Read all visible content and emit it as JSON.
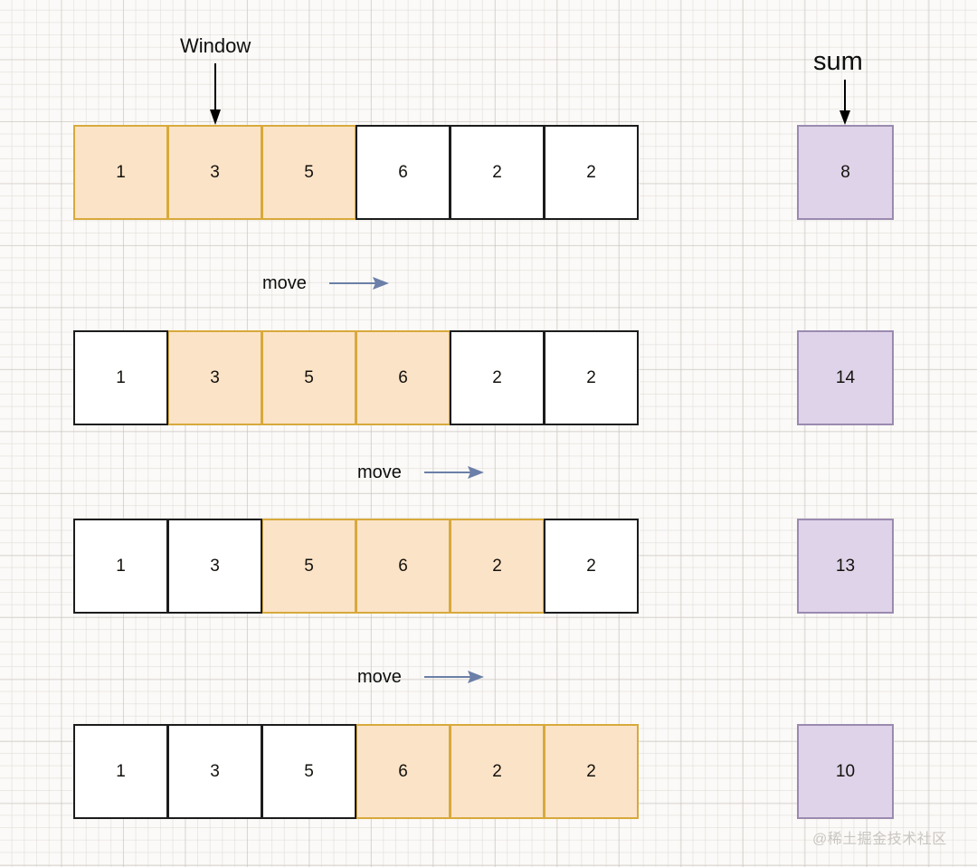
{
  "diagram": {
    "title_labels": {
      "window": "Window",
      "sum": "sum",
      "move": "move"
    },
    "colors": {
      "highlight_fill": "#fbe3c7",
      "highlight_border": "#d8a93c",
      "plain_fill": "#ffffff",
      "plain_border": "#1c1c1c",
      "sum_fill": "#ded3e8",
      "sum_border": "#9b8ab0",
      "move_arrow": "#6b7fa8",
      "pointer_arrow": "#000000",
      "background": "#fbfaf8"
    },
    "array": [
      1,
      3,
      5,
      6,
      2,
      2
    ],
    "window_size": 3,
    "rows": [
      {
        "index": 0,
        "cells": [
          {
            "value": "1",
            "highlighted": true
          },
          {
            "value": "3",
            "highlighted": true
          },
          {
            "value": "5",
            "highlighted": true
          },
          {
            "value": "6",
            "highlighted": false
          },
          {
            "value": "2",
            "highlighted": false
          },
          {
            "value": "2",
            "highlighted": false
          }
        ],
        "window_start": 0,
        "window_end": 2,
        "sum": "8"
      },
      {
        "index": 1,
        "cells": [
          {
            "value": "1",
            "highlighted": false
          },
          {
            "value": "3",
            "highlighted": true
          },
          {
            "value": "5",
            "highlighted": true
          },
          {
            "value": "6",
            "highlighted": true
          },
          {
            "value": "2",
            "highlighted": false
          },
          {
            "value": "2",
            "highlighted": false
          }
        ],
        "window_start": 1,
        "window_end": 3,
        "sum": "14"
      },
      {
        "index": 2,
        "cells": [
          {
            "value": "1",
            "highlighted": false
          },
          {
            "value": "3",
            "highlighted": false
          },
          {
            "value": "5",
            "highlighted": true
          },
          {
            "value": "6",
            "highlighted": true
          },
          {
            "value": "2",
            "highlighted": true
          },
          {
            "value": "2",
            "highlighted": false
          }
        ],
        "window_start": 2,
        "window_end": 4,
        "sum": "13"
      },
      {
        "index": 3,
        "cells": [
          {
            "value": "1",
            "highlighted": false
          },
          {
            "value": "3",
            "highlighted": false
          },
          {
            "value": "5",
            "highlighted": false
          },
          {
            "value": "6",
            "highlighted": true
          },
          {
            "value": "2",
            "highlighted": true
          },
          {
            "value": "2",
            "highlighted": true
          }
        ],
        "window_start": 3,
        "window_end": 5,
        "sum": "10"
      }
    ],
    "move_steps": [
      {
        "label": "move"
      },
      {
        "label": "move"
      },
      {
        "label": "move"
      }
    ],
    "watermark": "@稀土掘金技术社区"
  }
}
